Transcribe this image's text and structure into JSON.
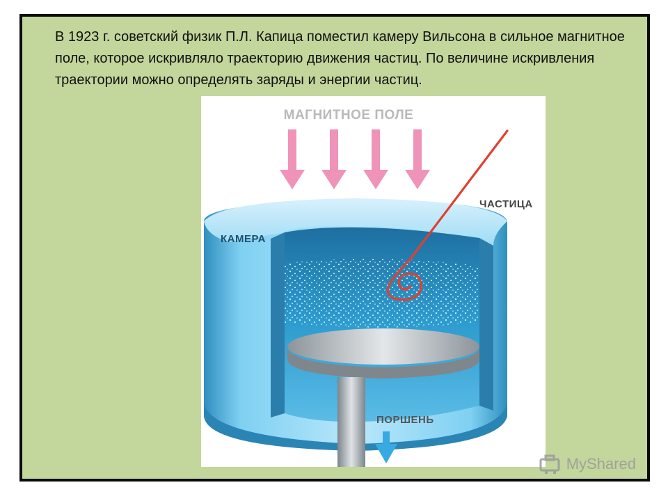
{
  "slide": {
    "body_text": "В 1923 г. советский физик П.Л. Капица поместил камеру Вильсона в сильное магнитное поле, которое искривляло траекторию движения частиц. По величине искривления траектории можно определять заряды и энергии частиц."
  },
  "figure": {
    "magnetic_field_label": "МАГНИТНОЕ ПОЛЕ",
    "particle_label": "ЧАСТИЦА",
    "chamber_label": "КАМЕРА",
    "piston_label": "ПОРШЕНЬ"
  },
  "watermark": {
    "text": "MyShared",
    "icon": "myshared-logo-icon"
  },
  "colors": {
    "slide_bg": "#c3d69b",
    "field_arrow": "#ef93b9",
    "piston_arrow": "#38a9e3",
    "trajectory": "#e0402f"
  }
}
